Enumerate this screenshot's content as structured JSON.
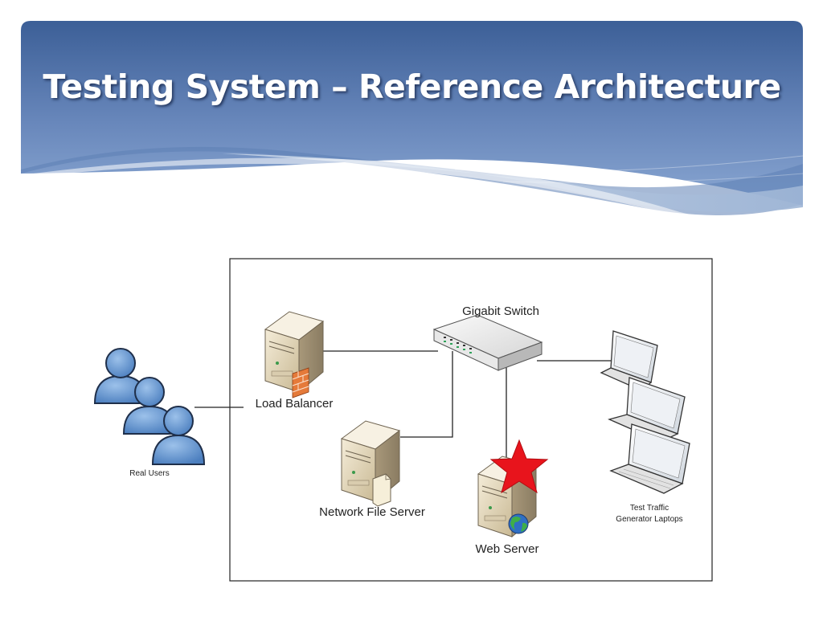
{
  "slide": {
    "title": "Testing System – Reference Architecture"
  },
  "diagram": {
    "nodes": {
      "switch": {
        "label": "Gigabit Switch",
        "icon": "network-switch-icon"
      },
      "load_balancer": {
        "label": "Load Balancer",
        "icon": "server-tower-firewall-icon"
      },
      "file_server": {
        "label": "Network File Server",
        "icon": "server-tower-file-icon"
      },
      "web_server": {
        "label": "Web Server",
        "icon": "server-tower-globe-icon",
        "marker": "red-star-icon"
      },
      "real_users": {
        "label": "Real Users",
        "icon": "users-group-icon"
      },
      "laptops": {
        "label_line1": "Test Traffic",
        "label_line2": "Generator Laptops",
        "icon": "laptop-stack-icon"
      }
    }
  },
  "colors": {
    "banner_top": "#3c5f97",
    "banner_bottom": "#7f9dcb",
    "star": "#e8141c",
    "user_fill": "#5b8fcb"
  }
}
